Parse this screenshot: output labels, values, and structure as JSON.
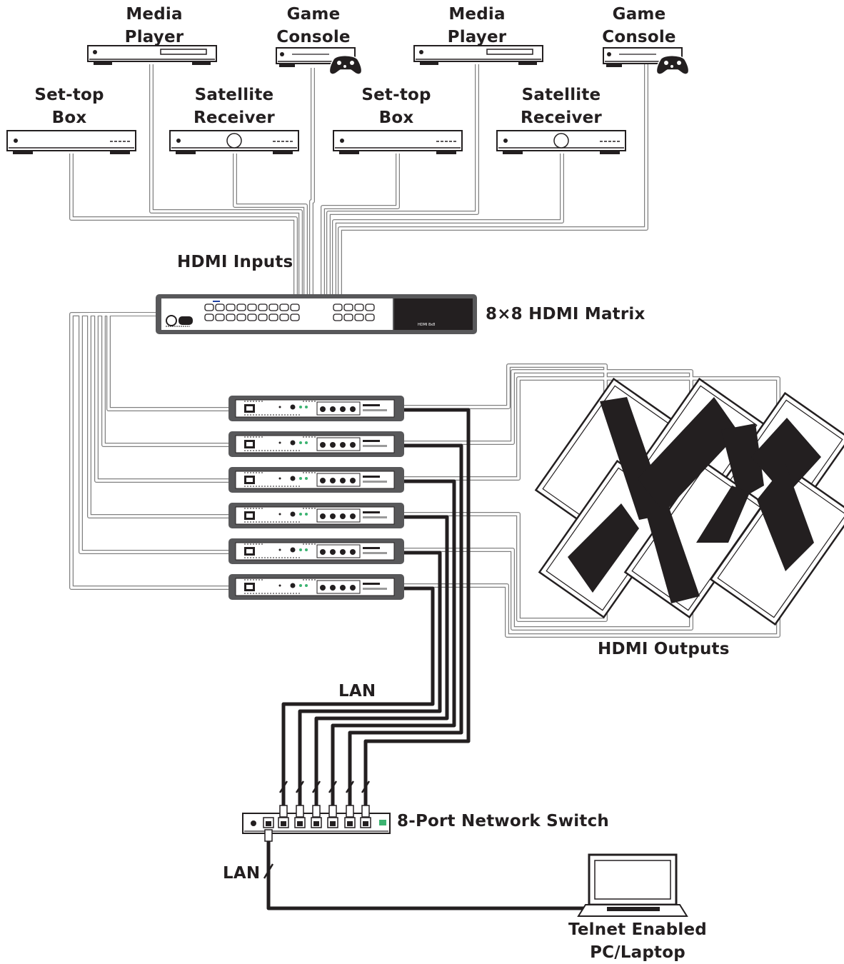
{
  "sources_top": [
    {
      "line1": "Media",
      "line2": "Player"
    },
    {
      "line1": "Game",
      "line2": "Console"
    },
    {
      "line1": "Media",
      "line2": "Player"
    },
    {
      "line1": "Game",
      "line2": "Console"
    }
  ],
  "sources_bottom": [
    {
      "line1": "Set-top",
      "line2": "Box"
    },
    {
      "line1": "Satellite",
      "line2": "Receiver"
    },
    {
      "line1": "Set-top",
      "line2": "Box"
    },
    {
      "line1": "Satellite",
      "line2": "Receiver"
    }
  ],
  "labels": {
    "hdmi_inputs": "HDMI Inputs",
    "matrix": "8×8 HDMI Matrix",
    "hdmi_outputs": "HDMI Outputs",
    "lan_top": "LAN",
    "lan_bottom": "LAN",
    "switch": "8-Port Network Switch",
    "pc_line1": "Telnet Enabled",
    "pc_line2": "PC/Laptop"
  },
  "matrix_panel_text": "HDMI 8x8"
}
